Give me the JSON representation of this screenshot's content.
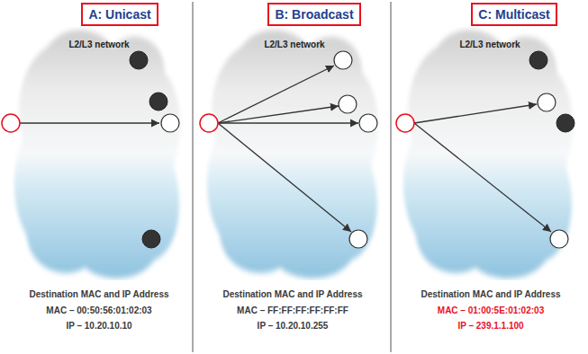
{
  "diagram": {
    "nodes": [
      {
        "text": [
          "A: Unicast"
        ]
      },
      {
        "text": [
          "L2/L3 network"
        ]
      },
      {
        "text": [
          "B: Broadcast"
        ]
      },
      {
        "text": [
          "L2/L3 network"
        ]
      },
      {
        "text": [
          "C: Multicast"
        ]
      },
      {
        "text": [
          "L2/L3 network"
        ]
      }
    ],
    "labels": [
      "Destination MAC and IP Address",
      "MAC – 00:50:56:01:02:03",
      "IP – 10.20.10.10",
      "Destination MAC and IP Address",
      "MAC – FF:FF:FF:FF:FF:FF",
      "IP – 10.20.10.255",
      "Destination MAC and IP Address",
      "MAC – 01:00:5E:01:02:03",
      "IP – 239.1.1.100"
    ]
  }
}
